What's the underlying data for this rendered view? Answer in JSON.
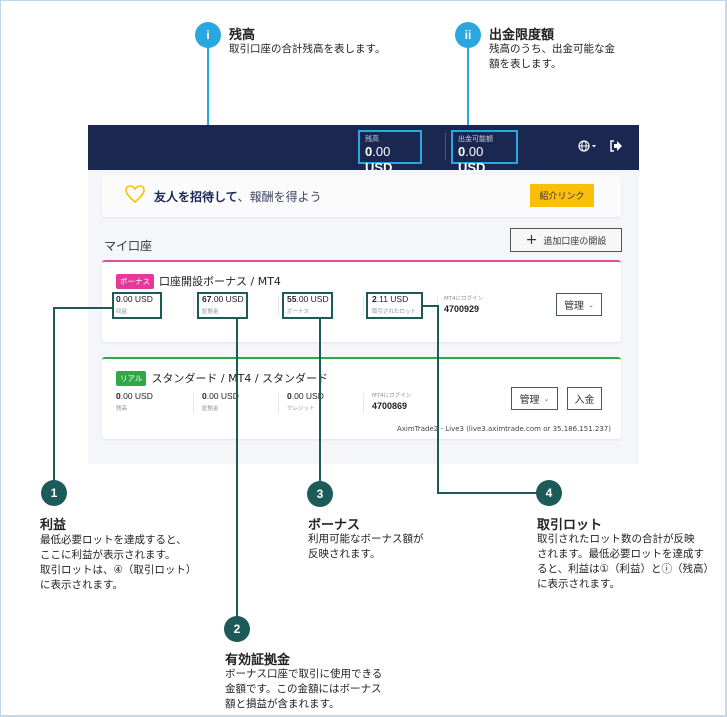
{
  "callouts_top": [
    {
      "marker": "i",
      "title": "残高",
      "text": "取引口座の合計残高を表します。"
    },
    {
      "marker": "ii",
      "title": "出金限度額",
      "text_lines": [
        "残高のうち、出金可能な金",
        "額を表します。"
      ]
    }
  ],
  "topbar": {
    "balance_label": "残高",
    "balance_int": "0",
    "balance_dec": ".00",
    "balance_cur": "USD",
    "withdrawable_label": "出金可能額",
    "withdrawable_int": "0",
    "withdrawable_dec": ".00",
    "withdrawable_cur": "USD",
    "language_icon": "globe-icon",
    "logout_icon": "logout-icon"
  },
  "invite": {
    "bold": "友人を招待して",
    "rest": "、報酬を得よう",
    "button": "紹介リンク"
  },
  "my_accounts": {
    "title": "マイ口座",
    "add_button": "追加口座の開設"
  },
  "accounts": [
    {
      "tag": "ボーナス",
      "name": "口座開設ボーナス / MT4",
      "stats": [
        {
          "int": "0",
          "rest": ".00 USD",
          "label": "収益"
        },
        {
          "int": "67",
          "rest": ".00 USD",
          "label": "証拠金"
        },
        {
          "int": "55",
          "rest": ".00 USD",
          "label": "ボーナス"
        },
        {
          "int": "2",
          "rest": ".11 USD",
          "label": "取引されたロット"
        }
      ],
      "login_label": "MT4にログイン",
      "login": "4700929",
      "manage_button": "管理"
    },
    {
      "tag": "リアル",
      "name": "スタンダード / MT4 / スタンダード",
      "stats": [
        {
          "int": "0",
          "rest": ".00 USD",
          "label": "残高"
        },
        {
          "int": "0",
          "rest": ".00 USD",
          "label": "証拠金"
        },
        {
          "int": "0",
          "rest": ".00 USD",
          "label": "クレジット"
        }
      ],
      "login_label": "MT4にログイン",
      "login": "4700869",
      "manage_button": "管理",
      "deposit_button": "入金",
      "server": "AximTrade2 - Live3 (live3.aximtrade.com or 35.186.151.237)"
    }
  ],
  "callouts_bottom": [
    {
      "marker": "1",
      "title": "利益",
      "text_lines": [
        "最低必要ロットを達成すると、",
        "ここに利益が表示されます。",
        "取引ロットは、④（取引ロット）",
        "に表示されます。"
      ]
    },
    {
      "marker": "2",
      "title": "有効証拠金",
      "text_lines": [
        "ボーナス口座で取引に使用できる",
        "金額です。この金額にはボーナス",
        "額と損益が含まれます。"
      ]
    },
    {
      "marker": "3",
      "title": "ボーナス",
      "text_lines": [
        "利用可能なボーナス額が",
        "反映されます。"
      ]
    },
    {
      "marker": "4",
      "title": "取引ロット",
      "text_lines": [
        "取引されたロット数の合計が反映",
        "されます。最低必要ロットを達成す",
        "ると、利益は①（利益）とⓘ（残高）",
        "に表示されます。"
      ]
    }
  ],
  "colors": {
    "navy": "#1a2750",
    "callout_blue": "#29a8df",
    "callout_green": "#1c5b5a",
    "bonus_pink": "#e6389a",
    "real_green": "#2fa84a",
    "referral_yellow": "#fbbf0a"
  }
}
